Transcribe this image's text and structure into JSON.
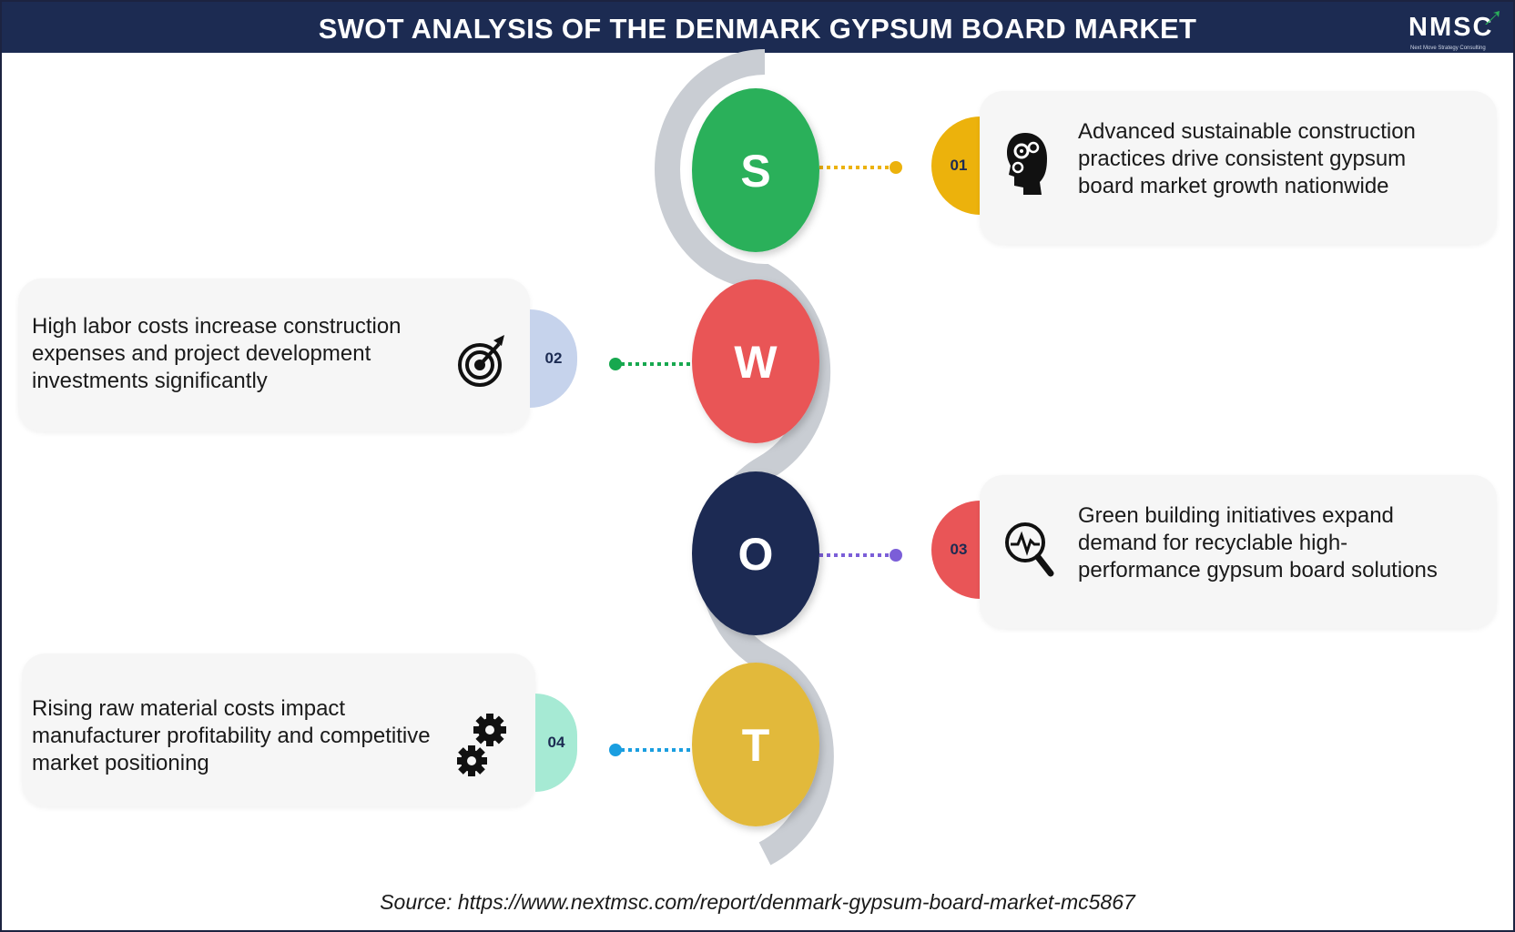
{
  "header": {
    "title": "SWOT ANALYSIS OF THE DENMARK GYPSUM BOARD MARKET",
    "logo_text": "NMSC",
    "logo_tagline": "Next Move Strategy Consulting"
  },
  "swot": [
    {
      "letter": "S",
      "number": "01",
      "text": "Advanced sustainable construction practices drive consistent gypsum board market growth nationwide",
      "color": "#2bb05a",
      "tab_color": "#ecb20c",
      "dot_color": "#ecb20c",
      "icon": "head-gears-icon"
    },
    {
      "letter": "W",
      "number": "02",
      "text": "High labor costs increase construction expenses and project development investments significantly",
      "color": "#e95557",
      "tab_color": "#c6d3ec",
      "dot_color": "#17a84f",
      "icon": "target-arrow-icon"
    },
    {
      "letter": "O",
      "number": "03",
      "text": "Green building initiatives expand demand for recyclable high-performance gypsum board solutions",
      "color": "#1c2b52",
      "tab_color": "#e95557",
      "dot_color": "#7b5ed8",
      "icon": "magnifier-pulse-icon"
    },
    {
      "letter": "T",
      "number": "04",
      "text": "Rising raw material costs impact manufacturer profitability and competitive market positioning",
      "color": "#e2b93b",
      "tab_color": "#a6ead4",
      "dot_color": "#1a9ee0",
      "icon": "gears-icon"
    }
  ],
  "source": "Source: https://www.nextmsc.com/report/denmark-gypsum-board-market-mc5867"
}
